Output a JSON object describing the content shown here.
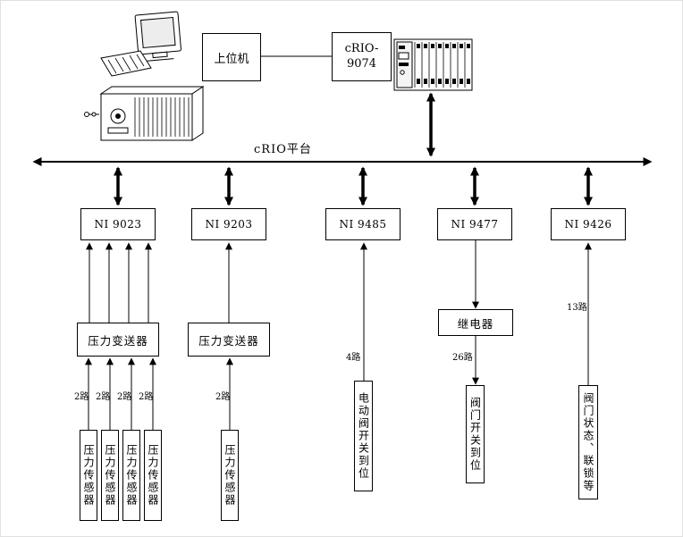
{
  "platform_label": "cRIO平台",
  "host": {
    "label": "上位机"
  },
  "crio": {
    "line1": "cRIO-",
    "line2": "9074"
  },
  "modules": [
    {
      "label": "NI 9023"
    },
    {
      "label": "NI 9203"
    },
    {
      "label": "NI 9485"
    },
    {
      "label": "NI 9477"
    },
    {
      "label": "NI 9426"
    }
  ],
  "branch1": {
    "transmitter": "压力变送器",
    "channels": [
      "2路",
      "2路",
      "2路",
      "2路"
    ],
    "sensors": [
      "压力传感器",
      "压力传感器",
      "压力传感器",
      "压力传感器"
    ]
  },
  "branch2": {
    "transmitter": "压力变送器",
    "channel": "2路",
    "sensor": "压力传感器"
  },
  "branch3": {
    "channel": "4路",
    "device": "电动阀开关到位"
  },
  "branch4": {
    "relay": "继电器",
    "channel": "26路",
    "device": "阀门开关到位"
  },
  "branch5": {
    "channel": "13路",
    "device": "阀门状态、联锁等"
  }
}
